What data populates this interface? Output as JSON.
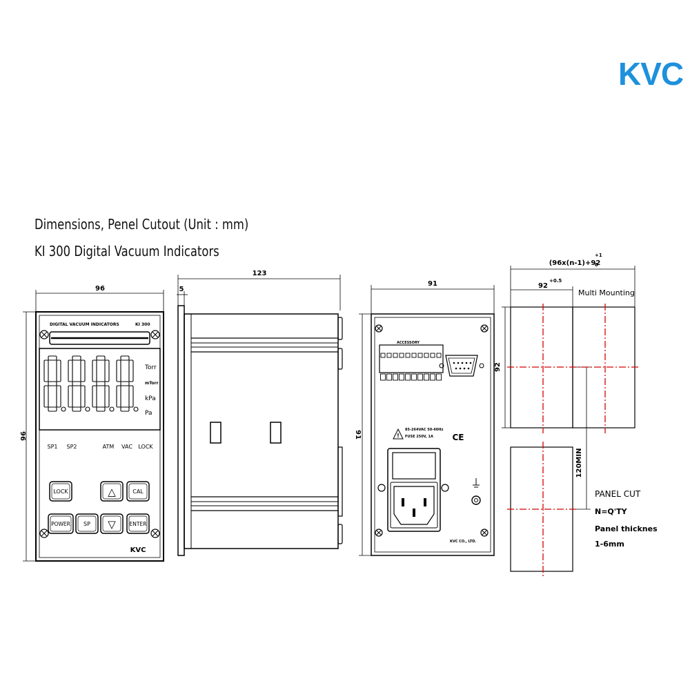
{
  "logo": "KVC",
  "heading": {
    "line1": "Dimensions, Penel Cutout  (Unit : mm)",
    "line2": "KI 300 Digital Vacuum Indicators"
  },
  "front_view": {
    "width_dim": "96",
    "height_dim": "96",
    "title_strip": "DIGITAL VACUUM INDICATORS",
    "model": "KI 300",
    "digits": "8.8.8.8.",
    "units": [
      "Torr",
      "mTorr",
      "kPa",
      "Pa"
    ],
    "indicators": [
      "SP1",
      "SP2",
      "ATM",
      "VAC",
      "LOCK"
    ],
    "buttons": {
      "lock": "LOCK",
      "up": "△",
      "cal": "CAL",
      "power": "POWER",
      "sp": "SP",
      "down": "▽",
      "enter": "ENTER"
    },
    "brand": "KVC"
  },
  "side_view": {
    "length_dim": "123",
    "flange_dim": "5"
  },
  "rear_view": {
    "width_dim": "91",
    "height_dim": "91",
    "accessory_label": "ACCESSORY",
    "power_label": "85-264VAC 50-60Hz",
    "fuse_label": "FUSE 250V, 1A",
    "ce_mark": "CE",
    "maker": "KVC CO., LTD."
  },
  "panel_cutout": {
    "multi_dim": "(96x(n-1)+92",
    "multi_tol": "+1",
    "multi_tol_lower": "0",
    "single_dim": "92",
    "single_tol": "+0.5",
    "multi_label": "Multi  Mounting",
    "height_dim": "92",
    "spacing_dim": "120MIN",
    "notes": [
      "PANEL CUT",
      "N=Q'TY",
      "Panel thicknes",
      "1-6mm"
    ]
  }
}
